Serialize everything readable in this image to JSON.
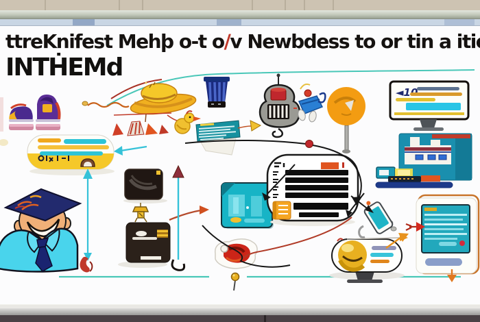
{
  "scene": {
    "board_title": {
      "line1_pre": "ttreKnifest Mehþ o-t o",
      "line1_red": "∕",
      "line1_post": "v Newbdess to or tin a ition",
      "line2": "INTḢEMd"
    },
    "monitor_screen_text": "◄10"
  },
  "colors": {
    "marker_black": "#151210",
    "accent_red": "#c0392b",
    "teal_line": "#49c7b8",
    "teal_arrow": "#35c2d8",
    "panel_yellow": "#f5c829",
    "orange": "#e8921e",
    "navy": "#1e2a78",
    "machine_teal": "#1a8fae",
    "screen_teal": "#22a8bc",
    "dark_box": "#241a16",
    "wall_beige": "#cdc3b2",
    "floor_brown": "#4a4145"
  },
  "icons": [
    "shoe-display",
    "straw-hat",
    "camp-flags",
    "duck",
    "trash-can",
    "grill",
    "worker-figure",
    "lollipop-mirror",
    "desktop-monitor",
    "teal-machine",
    "tablet",
    "note-box",
    "left-panel",
    "graduate-character",
    "dark-laptop",
    "gold-lamp",
    "dark-board",
    "teal-browser",
    "document-list",
    "phone-tools",
    "bottom-monitor",
    "sneaker",
    "pin"
  ]
}
